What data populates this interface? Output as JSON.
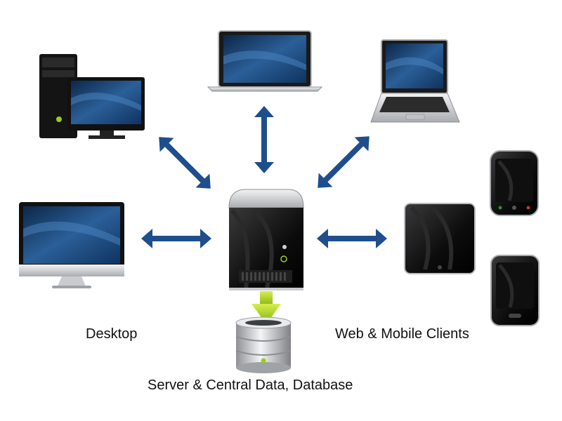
{
  "captions": {
    "desktop": "Desktop",
    "clients": "Web & Mobile Clients",
    "server": "Server & Central Data, Database"
  },
  "colors": {
    "arrow": "#1f4e8c",
    "db_arrow": "#9ccc1a",
    "screen_dark": "#0f2f57",
    "screen_light": "#3e78b4",
    "device_body": "#111111",
    "silver": "#c9cbce"
  },
  "nodes": [
    {
      "name": "desktop-tower-computer",
      "type": "desktop-pc"
    },
    {
      "name": "laptop-silver",
      "type": "laptop"
    },
    {
      "name": "laptop-black",
      "type": "laptop"
    },
    {
      "name": "imac-monitor",
      "type": "monitor"
    },
    {
      "name": "central-server",
      "type": "server"
    },
    {
      "name": "database",
      "type": "database"
    },
    {
      "name": "tablet",
      "type": "tablet"
    },
    {
      "name": "smartphone-top",
      "type": "phone"
    },
    {
      "name": "smartphone-bottom",
      "type": "phone"
    }
  ]
}
